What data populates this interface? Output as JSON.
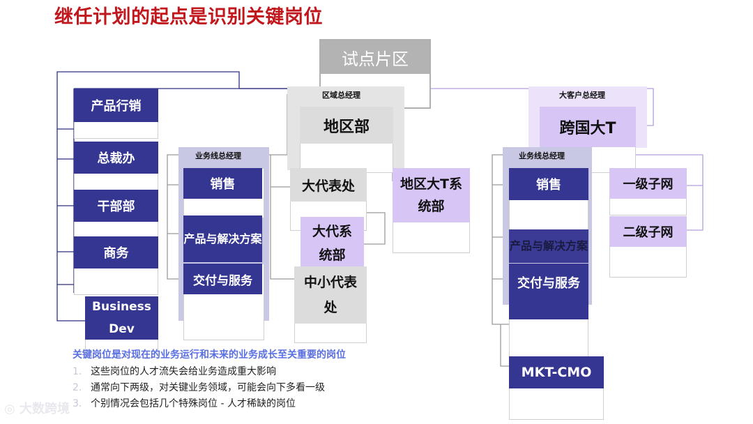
{
  "title": "继任计划的起点是识别关键岗位",
  "pilot": {
    "label": "试点片区"
  },
  "left_column": {
    "items": [
      "产品行销",
      "总裁办",
      "干部部",
      "商务",
      "Business Dev"
    ]
  },
  "region": {
    "head_label": "区域总经理",
    "dept": "地区部",
    "business_line_label": "业务线总经理",
    "business_lines": [
      "销售",
      "产品与解决方案",
      "交付与服务"
    ],
    "rep_offices": [
      "大代表处",
      "大代系统部",
      "中小代表处"
    ],
    "regional_t": "地区大T系统部"
  },
  "key_account": {
    "head_label": "大客户总经理",
    "dept": "跨国大T",
    "business_line_label": "业务线总经理",
    "business_lines": [
      "销售",
      "产品与解决方案",
      "交付与服务"
    ],
    "subnets": [
      "一级子网",
      "二级子网"
    ],
    "cmo": "MKT-CMO"
  },
  "notes": {
    "heading": "关键岗位是对现在的业务运行和未来的业务成长至关重要的岗位",
    "items": [
      {
        "num": "1.",
        "text": "这些岗位的人才流失会给业务造成重大影响"
      },
      {
        "num": "2.",
        "text": "通常向下两级，对关键业务领域，可能会向下多看一级"
      },
      {
        "num": "3.",
        "text": "个别情况会包括几个特殊岗位 - 人才稀缺的岗位"
      }
    ]
  },
  "watermark": "大数跨境",
  "colors": {
    "navy": "#353592",
    "lavender": "#d7c6f5",
    "gray": "#dcdcdc",
    "title_red": "#c0161c"
  }
}
